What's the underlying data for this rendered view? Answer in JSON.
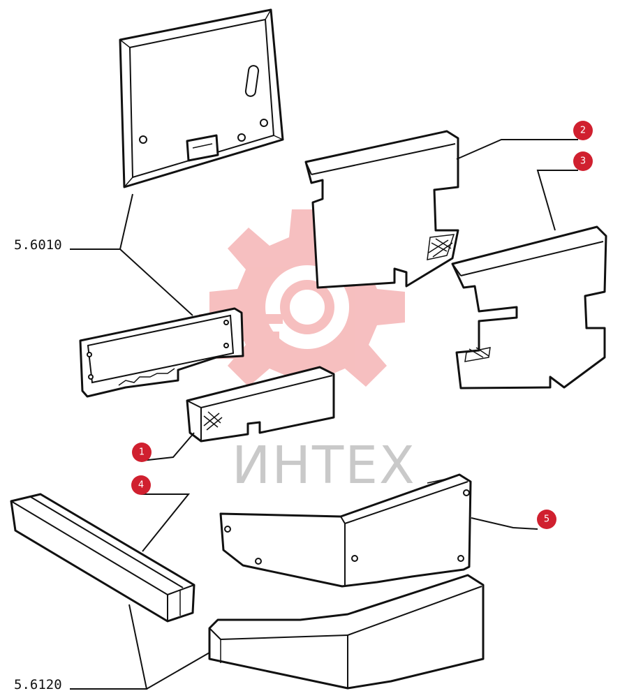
{
  "part_codes": {
    "frame_group": "5.6010",
    "base_group": "5.6120"
  },
  "callouts": [
    "1",
    "2",
    "3",
    "4",
    "5"
  ],
  "watermark": {
    "text": "ИНТЕХ",
    "icon": "gear-logo-icon"
  },
  "colors": {
    "callout": "#d0202f",
    "line": "#111111",
    "watermark_red": "#e8585a",
    "watermark_text": "#8a8a8a"
  }
}
